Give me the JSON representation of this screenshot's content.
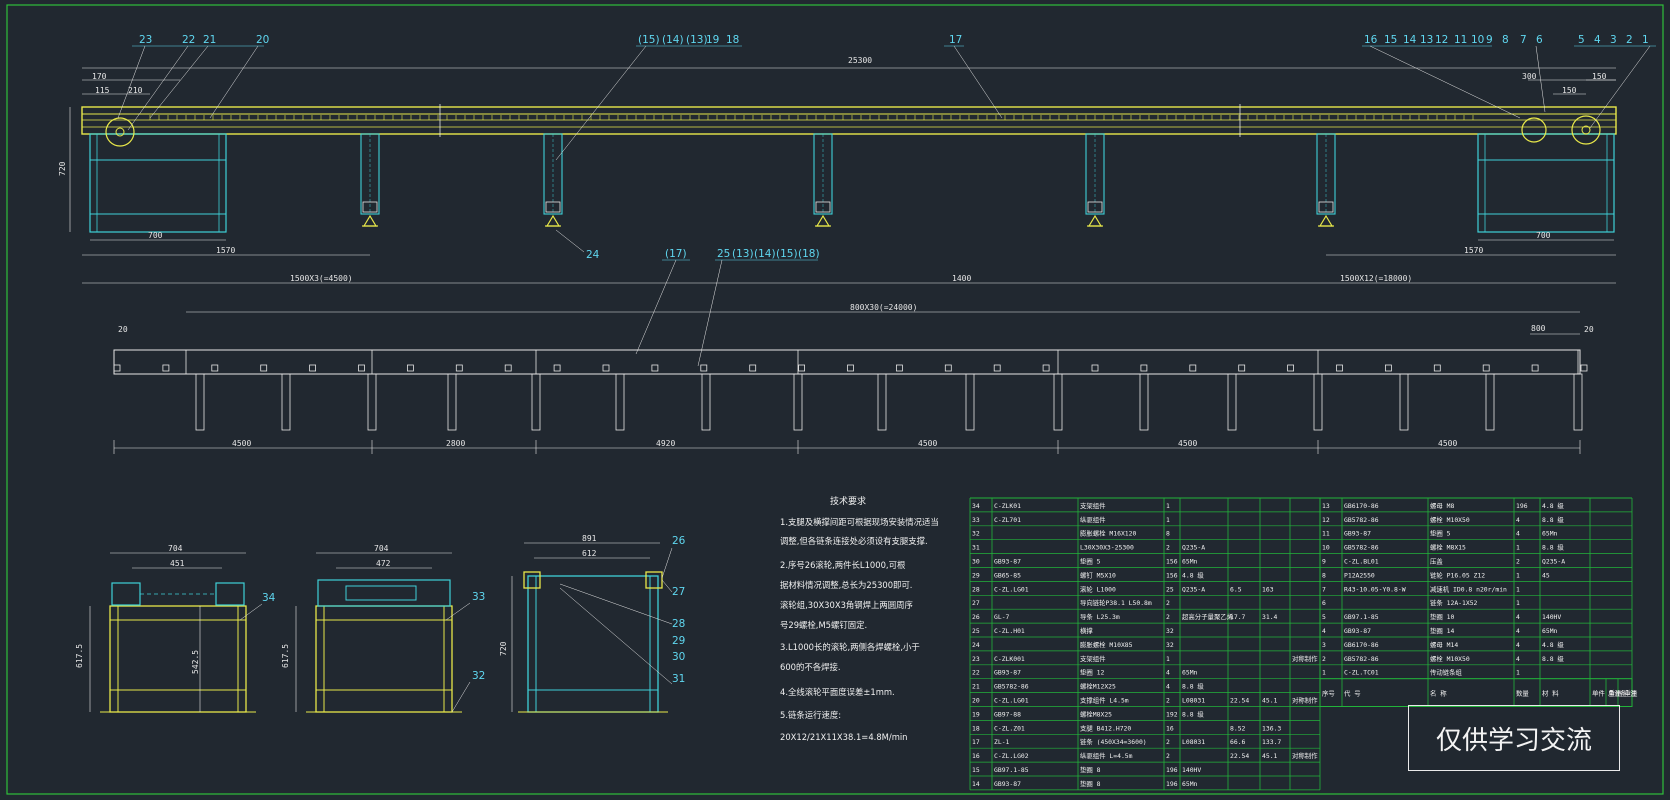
{
  "watermark": "仅供学习交流",
  "colors": {
    "background": "#212830",
    "frame": "#2fbf3a",
    "yellow": "#e8e84a",
    "cyan": "#3fd0d8",
    "white": "#e6e6e6",
    "table_green": "#22b33a"
  },
  "front_view": {
    "balloons_left": [
      "23",
      "22",
      "21",
      "20"
    ],
    "balloons_mid": [
      "(15)",
      "(14)",
      "(13)",
      "19",
      "18"
    ],
    "balloon_17": "17",
    "balloons_right": [
      "16",
      "15",
      "14",
      "13",
      "12",
      "11",
      "10",
      "9",
      "8",
      "7",
      "6",
      "5",
      "4",
      "3",
      "2",
      "1"
    ],
    "balloon_24": "24",
    "dims": {
      "total": "25300",
      "d170": "170",
      "d115": "115",
      "d210": "210",
      "h720": "720",
      "d700_left": "700",
      "d1570_left": "1570",
      "span_left": "1500X3(=4500)",
      "d1400": "1400",
      "span_right": "1500X12(=18000)",
      "d300": "300",
      "d150a": "150",
      "d150b": "150",
      "d700_right": "700",
      "d1570_right": "1570"
    }
  },
  "plan_view": {
    "balloons": [
      "(17)",
      "25",
      "(13)",
      "(14)",
      "(15)",
      "(18)"
    ],
    "dims": {
      "top": "800X30(=24000)",
      "d20_left": "20",
      "d800": "800",
      "d20_right": "20",
      "segments": [
        "4500",
        "2800",
        "4920",
        "4500",
        "4500",
        "4500"
      ]
    }
  },
  "section_views": {
    "v1": {
      "w1": "704",
      "w2": "451",
      "h1": "617.5",
      "h2": "542.5",
      "balloons": [
        "34",
        "32"
      ]
    },
    "v2": {
      "w1": "704",
      "w2": "472",
      "h1": "617.5",
      "balloons": [
        "33"
      ]
    },
    "v3": {
      "w1": "891",
      "w2": "612",
      "h1": "720",
      "balloons": [
        "26",
        "27",
        "28",
        "29",
        "30",
        "31"
      ]
    }
  },
  "notes": {
    "title": "技术要求",
    "lines": [
      "1.支腿及横撑间距可根据现场安装情况适当",
      "  调整,但各链条连接处必须设有支腿支撑.",
      "2.序号26滚轮,两件长L1000,可根",
      "  据材料情况调整,总长为25300即可.",
      "  滚轮组,30X30X3角钢焊上两圆周序",
      "  号29螺栓,M5螺钉固定.",
      "3.L1000长的滚轮,两侧各焊螺栓,小于",
      "  600的不各焊接.",
      "4.全线滚轮平面度误差±1mm.",
      "5.链条运行速度:",
      "  20X12/21X11X38.1=4.8M/min"
    ]
  },
  "bom_left": [
    [
      "34",
      "C-ZLK01",
      "支架组件",
      "1",
      "",
      "",
      "",
      ""
    ],
    [
      "33",
      "C-ZL701",
      "纵驱组件",
      "1",
      "",
      "",
      "",
      ""
    ],
    [
      "32",
      "",
      "膨胀螺栓 M16X120",
      "8",
      "",
      "",
      "",
      ""
    ],
    [
      "31",
      "",
      "L30X30X3-25300",
      "2",
      "Q235-A",
      "",
      "",
      ""
    ],
    [
      "30",
      "GB93-87",
      "垫圈 5",
      "156",
      "65Mn",
      "",
      "",
      ""
    ],
    [
      "29",
      "GB65-85",
      "螺钉 M5X10",
      "156",
      "4.8 级",
      "",
      "",
      ""
    ],
    [
      "28",
      "C-ZL.LG01",
      "滚轮 L1000",
      "25",
      "Q235-A",
      "6.5",
      "163",
      ""
    ],
    [
      "27",
      "",
      "导向链轮P38.1 L50.8m",
      "2",
      "",
      "",
      "",
      ""
    ],
    [
      "26",
      "GL-7",
      "导条 L25.3m",
      "2",
      "超高分子量聚乙烯",
      "17.7",
      "31.4",
      ""
    ],
    [
      "25",
      "C-ZL.H01",
      "横撑",
      "32",
      "",
      "",
      "",
      ""
    ],
    [
      "24",
      "",
      "膨胀螺栓 M10X85",
      "32",
      "",
      "",
      "",
      ""
    ],
    [
      "23",
      "C-ZLK001",
      "支架组件",
      "1",
      "",
      "",
      "",
      "对称制作"
    ],
    [
      "22",
      "GB93-87",
      "垫圈 12",
      "4",
      "65Mn",
      "",
      "",
      ""
    ],
    [
      "21",
      "GB5782-86",
      "螺栓M12X25",
      "4",
      "8.8 级",
      "",
      "",
      ""
    ],
    [
      "20",
      "C-ZL.LG01",
      "支撑组件 L4.5m",
      "2",
      "L08031",
      "22.54",
      "45.1",
      "对称制作"
    ],
    [
      "19",
      "GB97-88",
      "螺栓M8X25",
      "192",
      "8.8 级",
      "",
      "",
      ""
    ],
    [
      "18",
      "C-ZL.Z01",
      "支腿 B412.H720",
      "16",
      "",
      "8.52",
      "136.3",
      ""
    ],
    [
      "17",
      "ZL-1",
      "链条 (450X34=3600)",
      "2",
      "L08031",
      "66.6",
      "133.7",
      ""
    ],
    [
      "16",
      "C-ZL.LG02",
      "纵驱组件 L=4.5m",
      "2",
      "",
      "22.54",
      "45.1",
      "对称制作"
    ],
    [
      "15",
      "GB97.1-85",
      "垫圈 8",
      "196",
      "140HV",
      "",
      "",
      ""
    ],
    [
      "14",
      "GB93-87",
      "垫圈 8",
      "196",
      "65Mn",
      "",
      "",
      ""
    ]
  ],
  "bom_right": [
    [
      "13",
      "GB6170-86",
      "螺母 M8",
      "196",
      "4.8 级"
    ],
    [
      "12",
      "GB5782-86",
      "螺栓 M10X50",
      "4",
      "8.8 级"
    ],
    [
      "11",
      "GB93-87",
      "垫圈 5",
      "4",
      "65Mn"
    ],
    [
      "10",
      "GB5782-86",
      "螺栓 M8X15",
      "1",
      "8.8 级"
    ],
    [
      "9",
      "C-ZL.BL01",
      "压盖",
      "2",
      "Q235-A"
    ],
    [
      "8",
      "P12A2550",
      "链轮 P16.05 Z12",
      "1",
      "45"
    ],
    [
      "7",
      "R43-10.05-Y0.8-W",
      "减速机 ID0.8 n20r/min",
      "1",
      ""
    ],
    [
      "6",
      "",
      "链条 12A-1X52",
      "1",
      ""
    ],
    [
      "5",
      "GB97.1-85",
      "垫圈 10",
      "4",
      "140HV"
    ],
    [
      "4",
      "GB93-87",
      "垫圈 14",
      "4",
      "65Mn"
    ],
    [
      "3",
      "GB6170-86",
      "螺母 M14",
      "4",
      "4.8 级"
    ],
    [
      "2",
      "GB5782-86",
      "螺栓 M10X50",
      "4",
      "8.8 级"
    ],
    [
      "1",
      "C-ZL.TC01",
      "传动链条组",
      "1",
      ""
    ]
  ],
  "bom_header": [
    "序号",
    "代 号",
    "名 称",
    "数量",
    "材 料",
    "单件 重量",
    "总计 重量",
    "备 注"
  ]
}
